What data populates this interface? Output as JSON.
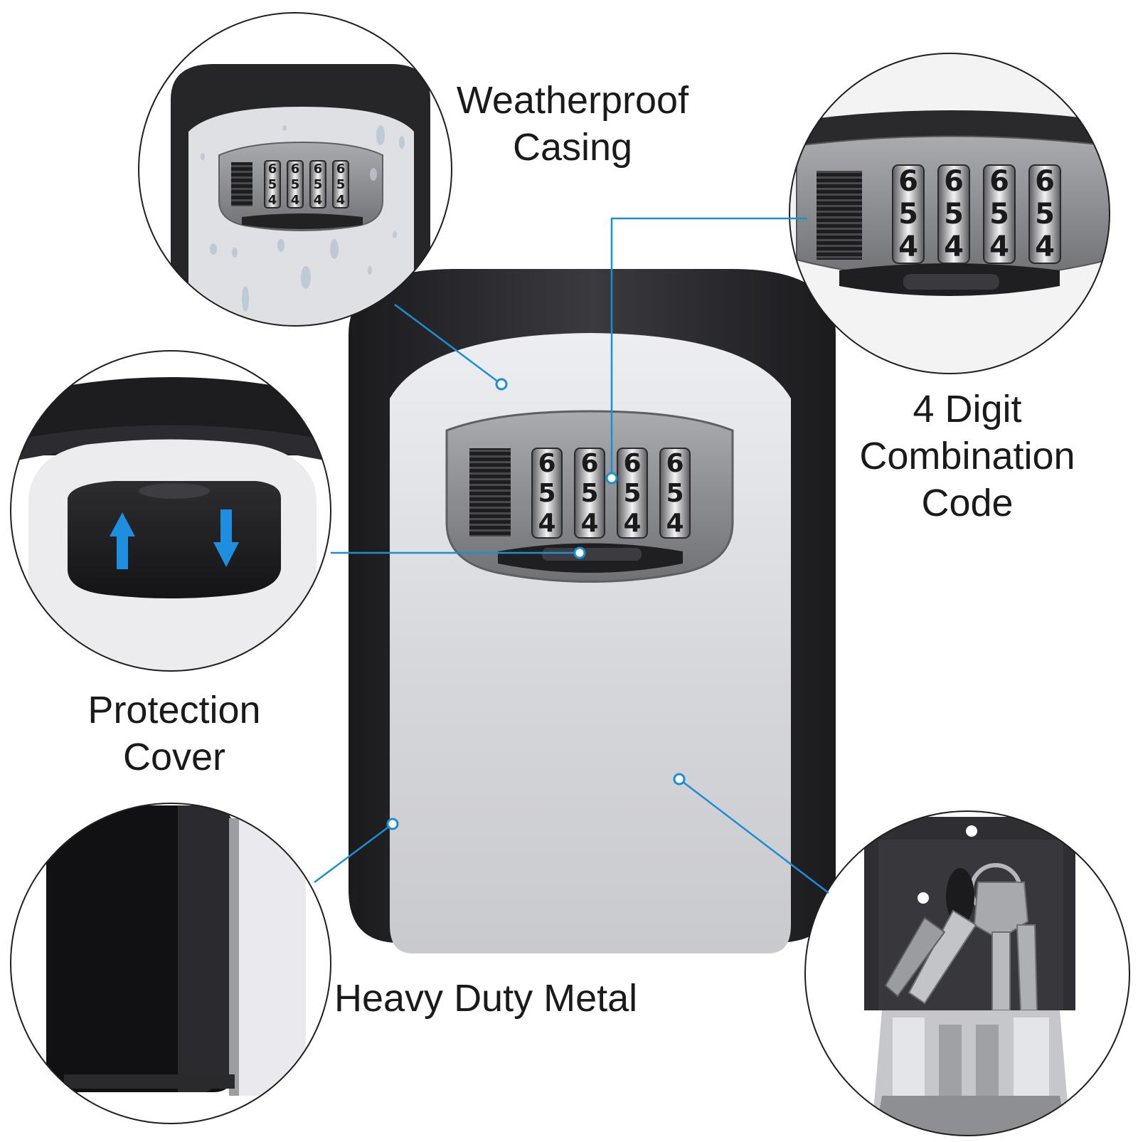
{
  "labels": {
    "weatherproof": [
      "Weatherproof",
      "Casing"
    ],
    "combination": [
      "4 Digit",
      "Combination",
      "Code"
    ],
    "protection": [
      "Protection",
      "Cover"
    ],
    "metal": "Heavy Duty Metal"
  },
  "dial": {
    "digits": [
      "6",
      "5",
      "4"
    ],
    "wheel_count": 4
  },
  "colors": {
    "casing": "#2a2a2e",
    "face": "#d7d8dc",
    "dial_panel": "#8e9094",
    "callout": "#1a8fd4",
    "arrow": "#1e8fe0"
  }
}
